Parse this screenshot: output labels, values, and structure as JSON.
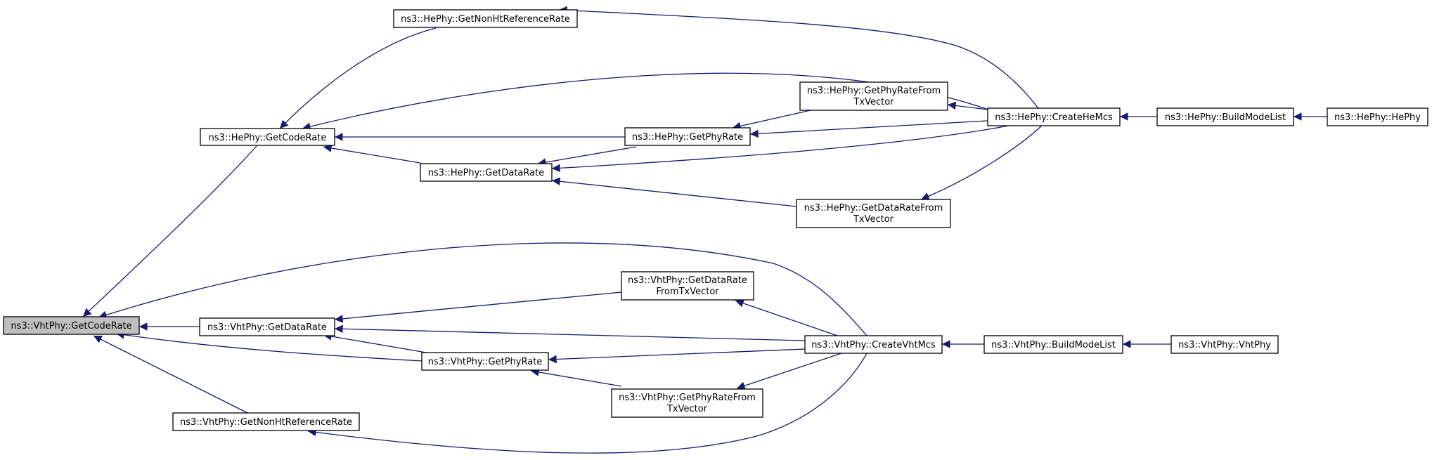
{
  "colors": {
    "edge": "#191970",
    "node_fill": "#ffffff",
    "root_fill": "#bfbfbf",
    "node_border": "#000000"
  },
  "nodes": {
    "root": {
      "lines": [
        "ns3::VhtPhy::GetCodeRate"
      ]
    },
    "he_getcoderate": {
      "lines": [
        "ns3::HePhy::GetCodeRate"
      ]
    },
    "he_nonht": {
      "lines": [
        "ns3::HePhy::GetNonHtReferenceRate"
      ]
    },
    "he_getdatarate": {
      "lines": [
        "ns3::HePhy::GetDataRate"
      ]
    },
    "he_getphyrate": {
      "lines": [
        "ns3::HePhy::GetPhyRate"
      ]
    },
    "he_phyratefromtx": {
      "lines": [
        "ns3::HePhy::GetPhyRateFrom",
        "TxVector"
      ]
    },
    "he_dataratefromtx": {
      "lines": [
        "ns3::HePhy::GetDataRateFrom",
        "TxVector"
      ]
    },
    "he_createhemcs": {
      "lines": [
        "ns3::HePhy::CreateHeMcs"
      ]
    },
    "he_buildmodelist": {
      "lines": [
        "ns3::HePhy::BuildModeList"
      ]
    },
    "he_hephy": {
      "lines": [
        "ns3::HePhy::HePhy"
      ]
    },
    "vht_getdatarate": {
      "lines": [
        "ns3::VhtPhy::GetDataRate"
      ]
    },
    "vht_getphyrate": {
      "lines": [
        "ns3::VhtPhy::GetPhyRate"
      ]
    },
    "vht_nonht": {
      "lines": [
        "ns3::VhtPhy::GetNonHtReferenceRate"
      ]
    },
    "vht_dataratefromtx": {
      "lines": [
        "ns3::VhtPhy::GetDataRate",
        "FromTxVector"
      ]
    },
    "vht_phyratefromtx": {
      "lines": [
        "ns3::VhtPhy::GetPhyRateFrom",
        "TxVector"
      ]
    },
    "vht_createvhtmcs": {
      "lines": [
        "ns3::VhtPhy::CreateVhtMcs"
      ]
    },
    "vht_buildmodelist": {
      "lines": [
        "ns3::VhtPhy::BuildModeList"
      ]
    },
    "vht_vhtphy": {
      "lines": [
        "ns3::VhtPhy::VhtPhy"
      ]
    }
  }
}
